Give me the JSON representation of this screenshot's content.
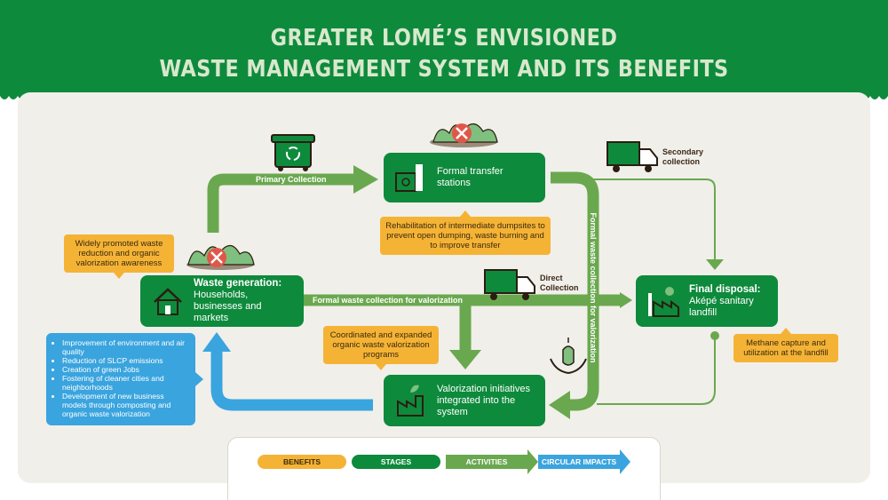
{
  "title": {
    "line1": "Greater Lomé’s envisioned",
    "line2": "waste management system and its benefits"
  },
  "colors": {
    "header": "#0e8a3c",
    "stage": "#0e8a3c",
    "activity": "#6aa84f",
    "benefit": "#f5b335",
    "impact": "#3aa4de",
    "panel": "#f1efea"
  },
  "stages": {
    "waste_generation": {
      "title": "Waste generation:",
      "text": "Households, businesses and markets",
      "icon": "house-icon"
    },
    "transfer": {
      "text": "Formal transfer stations",
      "icon": "transfer-station-icon"
    },
    "disposal": {
      "title": "Final disposal:",
      "text": "Aképé sanitary landfill",
      "icon": "landfill-factory-icon"
    },
    "valorization": {
      "text": "Valorization initiatives integrated into the system",
      "icon": "factory-leaf-icon"
    }
  },
  "activities": {
    "primary": "Primary Collection",
    "formal_valorization": "Formal waste collection for valorization",
    "formal_valorization_vertical": "Formal waste collection for valorization",
    "secondary": "Secondary collection",
    "direct": "Direct Collection"
  },
  "benefits": {
    "awareness": "Widely promoted waste reduction and organic valorization awareness",
    "rehabilitation": "Rehabilitation of intermediate dumpsites to prevent open dumping, waste burning and to improve transfer",
    "coordinated": "Coordinated and expanded organic waste valorization programs",
    "methane": "Methane capture and utilization at the landfill"
  },
  "impacts": [
    "Improvement of environment and air quality",
    "Reduction of SLCP emissions",
    "Creation of green Jobs",
    "Fostering of cleaner cities and neighborhoods",
    "Development of new business models through composting and organic waste valorization"
  ],
  "icons": {
    "bin": "wheelie-bin-recycle-icon",
    "truck_secondary": "garbage-truck-icon",
    "truck_direct": "garbage-truck-icon",
    "dump_top": "no-open-dumping-icon",
    "dump_left": "no-open-dumping-icon",
    "compost": "hands-apple-core-icon"
  },
  "legend": {
    "benefits": "BENEFITS",
    "stages": "STAGES",
    "activities": "ACTIVITIES",
    "circular": "CIRCULAR IMPACTS"
  }
}
